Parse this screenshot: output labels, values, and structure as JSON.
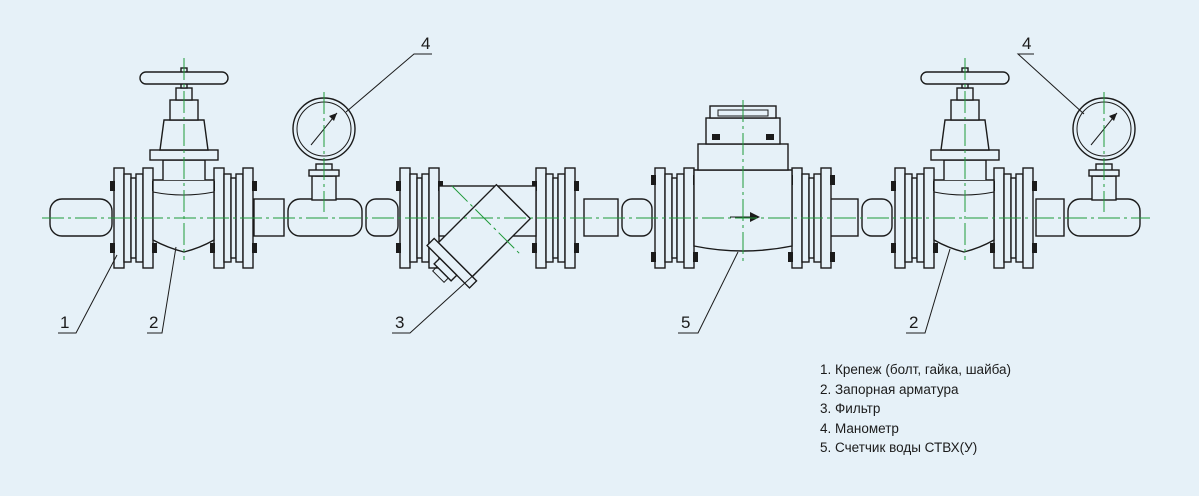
{
  "callouts": {
    "c1": "1",
    "c2a": "2",
    "c3": "3",
    "c4a": "4",
    "c5": "5",
    "c2b": "2",
    "c4b": "4"
  },
  "legend": [
    "1. Крепеж (болт, гайка, шайба)",
    "2. Запорная арматура",
    "3. Фильтр",
    "4. Манометр",
    "5. Счетчик воды СТВХ(У)"
  ],
  "colors": {
    "background": "#e6f1f8",
    "line": "#1b1b1b",
    "axis": "#1f9a3a"
  }
}
